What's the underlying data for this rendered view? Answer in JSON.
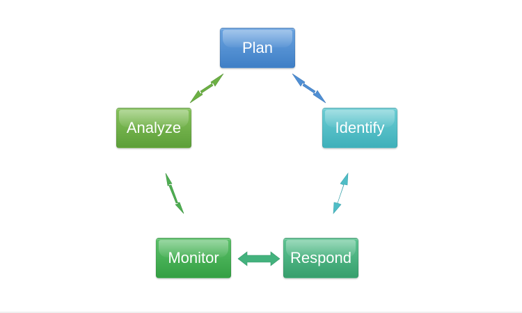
{
  "nodes": {
    "plan": {
      "label": "Plan",
      "color": "#4f8fd4"
    },
    "identify": {
      "label": "Identify",
      "color": "#4fbdc6"
    },
    "analyze": {
      "label": "Analyze",
      "color": "#6cb044"
    },
    "monitor": {
      "label": "Monitor",
      "color": "#3fae4f"
    },
    "respond": {
      "label": "Respond",
      "color": "#43b27d"
    }
  },
  "connectors": [
    {
      "id": "analyze-plan",
      "color": "#6cb044"
    },
    {
      "id": "plan-identify",
      "color": "#4f8fd4"
    },
    {
      "id": "analyze-monitor",
      "color": "#4fae52"
    },
    {
      "id": "identify-respond",
      "color": "#4fbdc6"
    },
    {
      "id": "monitor-respond",
      "color": "#43b27d"
    }
  ]
}
